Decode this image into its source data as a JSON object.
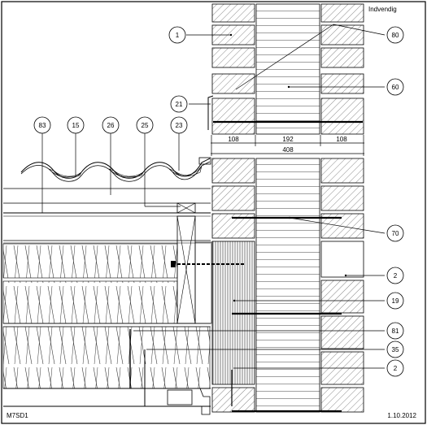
{
  "drawing": {
    "corner_label": "Indvendig",
    "drawing_code": "M7SD1",
    "date": "1.10.2012",
    "dimensions": {
      "outer_leaf": "108",
      "cavity": "192",
      "inner_leaf": "108",
      "total": "408"
    },
    "callouts": [
      {
        "id": "c1",
        "label": "1"
      },
      {
        "id": "c80",
        "label": "80"
      },
      {
        "id": "c60",
        "label": "60"
      },
      {
        "id": "c21",
        "label": "21"
      },
      {
        "id": "c83",
        "label": "83"
      },
      {
        "id": "c15",
        "label": "15"
      },
      {
        "id": "c26",
        "label": "26"
      },
      {
        "id": "c25",
        "label": "25"
      },
      {
        "id": "c23",
        "label": "23"
      },
      {
        "id": "c70",
        "label": "70"
      },
      {
        "id": "c2a",
        "label": "2"
      },
      {
        "id": "c19",
        "label": "19"
      },
      {
        "id": "c81",
        "label": "81"
      },
      {
        "id": "c35",
        "label": "35"
      },
      {
        "id": "c2b",
        "label": "2"
      }
    ]
  }
}
